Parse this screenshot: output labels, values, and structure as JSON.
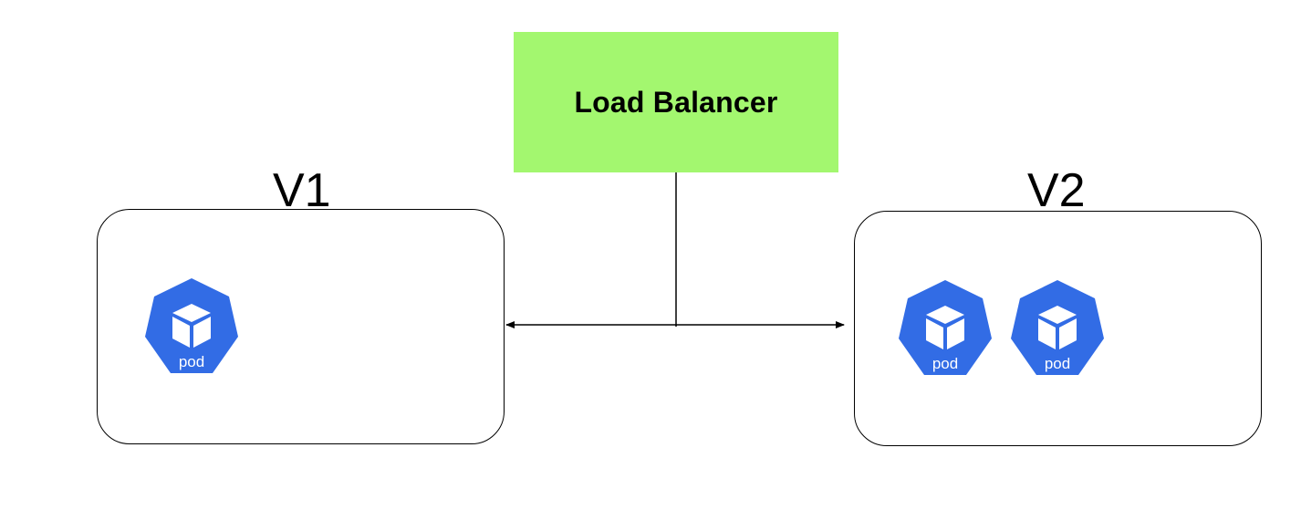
{
  "load_balancer": {
    "label": "Load Balancer",
    "color": "#a3f76f"
  },
  "groups": [
    {
      "label": "V1",
      "pods": [
        {
          "label": "pod"
        }
      ]
    },
    {
      "label": "V2",
      "pods": [
        {
          "label": "pod"
        },
        {
          "label": "pod"
        }
      ]
    }
  ],
  "pod_icon": {
    "name": "kubernetes-pod-icon",
    "color": "#326ce5"
  }
}
